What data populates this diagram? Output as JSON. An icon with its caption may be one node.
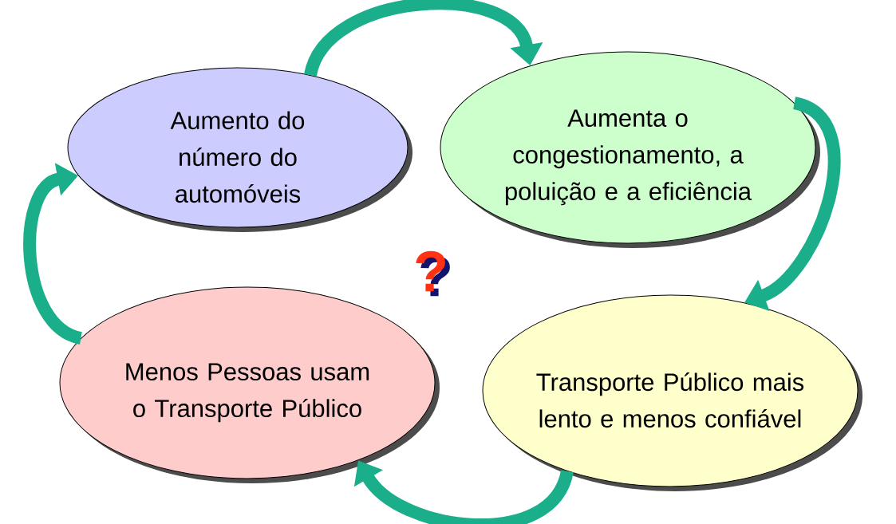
{
  "diagram": {
    "nodes": [
      {
        "text": [
          "Aumento do número do automóveis"
        ]
      },
      {
        "text": [
          "Aumenta o congestionamento, a poluição e a eficiência"
        ]
      },
      {
        "text": [
          "Transporte Público mais lento e menos confiável"
        ]
      },
      {
        "text": [
          "Menos Pessoas usam o Transporte Público"
        ]
      }
    ],
    "edges": [
      {
        "from": 0,
        "to": 1,
        "arrow": "to"
      },
      {
        "from": 1,
        "to": 2,
        "arrow": "to"
      },
      {
        "from": 2,
        "to": 3,
        "arrow": "to"
      },
      {
        "from": 3,
        "to": 0,
        "arrow": "to"
      }
    ],
    "labels": [
      "?"
    ]
  }
}
